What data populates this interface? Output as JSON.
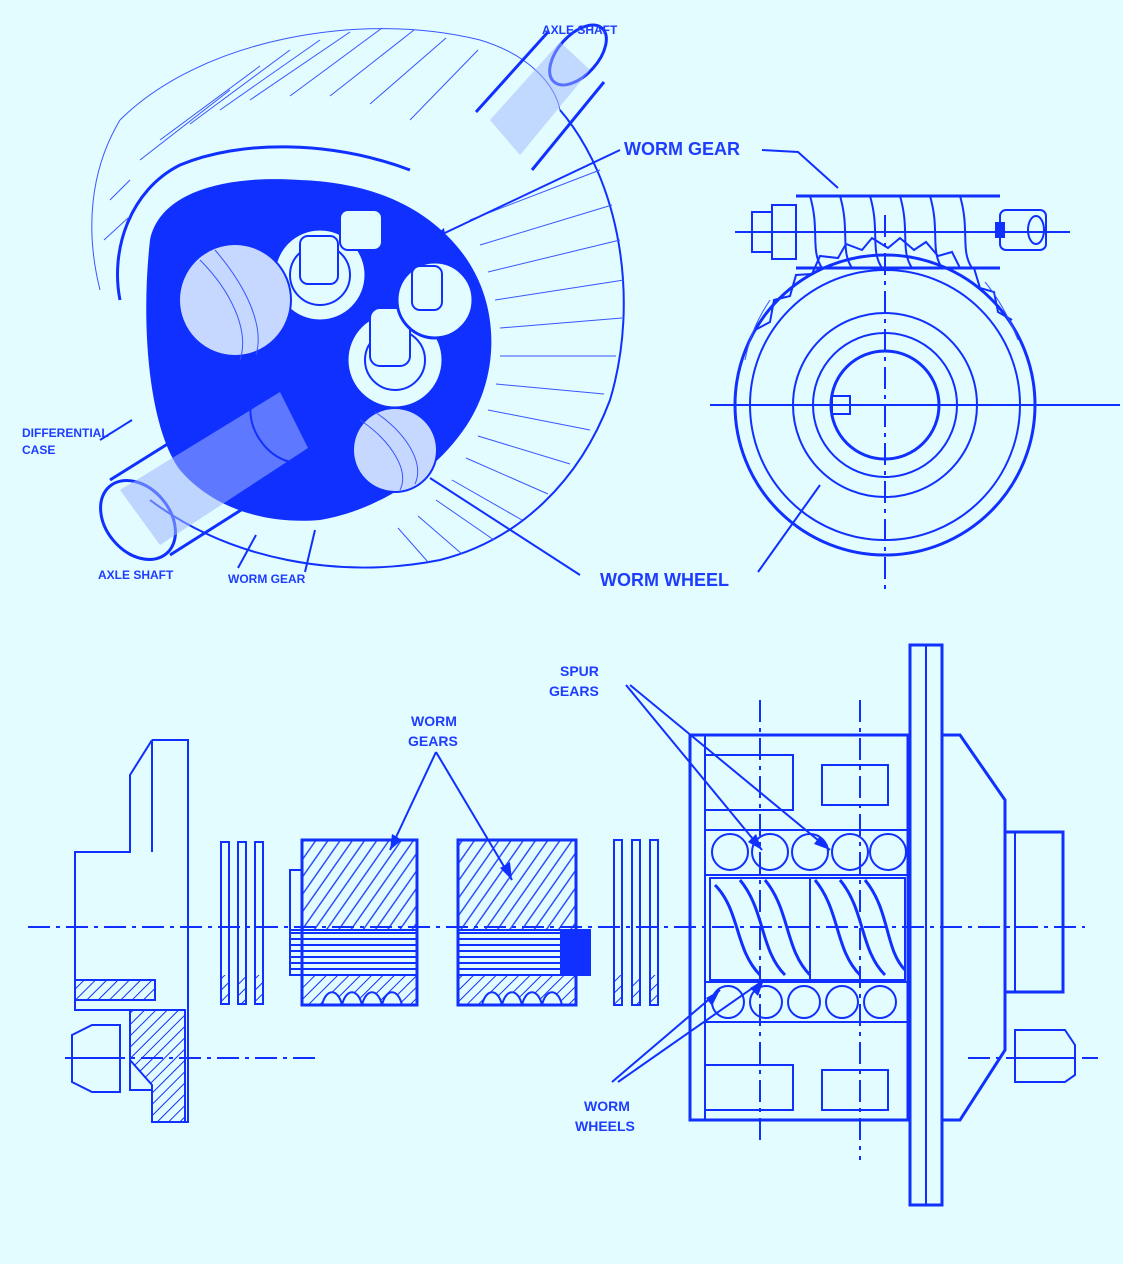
{
  "colors": {
    "background": "#e2fcff",
    "ink": "#1030ff",
    "label": "#1f3dff"
  },
  "labels": {
    "axle_shaft_top": "AXLE SHAFT",
    "worm_gear_top": "WORM GEAR",
    "differential_case": [
      "DIFFERENTIAL",
      "CASE"
    ],
    "axle_shaft_bottom": "AXLE SHAFT",
    "worm_gear_bottom": "WORM GEAR",
    "worm_wheel": "WORM WHEEL",
    "spur_gears": [
      "SPUR",
      "GEARS"
    ],
    "worm_gears": [
      "WORM",
      "GEARS"
    ],
    "worm_wheels": [
      "WORM",
      "WHEELS"
    ]
  }
}
